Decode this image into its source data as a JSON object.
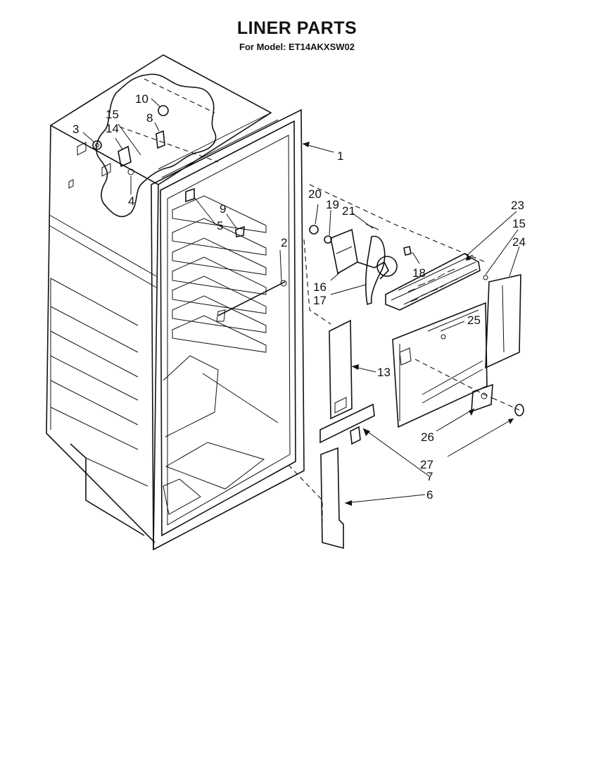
{
  "header": {
    "title": "LINER PARTS",
    "subtitle": "For Model: ET14AKXSW02"
  },
  "callouts": {
    "c1": "1",
    "c2": "2",
    "c3": "3",
    "c4": "4",
    "c5": "5",
    "c6": "6",
    "c7": "7",
    "c8": "8",
    "c9": "9",
    "c10": "10",
    "c13": "13",
    "c14": "14",
    "c15a": "15",
    "c15b": "15",
    "c16": "16",
    "c17": "17",
    "c18": "18",
    "c19": "19",
    "c20": "20",
    "c21": "21",
    "c23": "23",
    "c24": "24",
    "c25": "25",
    "c26": "26",
    "c27": "27"
  }
}
